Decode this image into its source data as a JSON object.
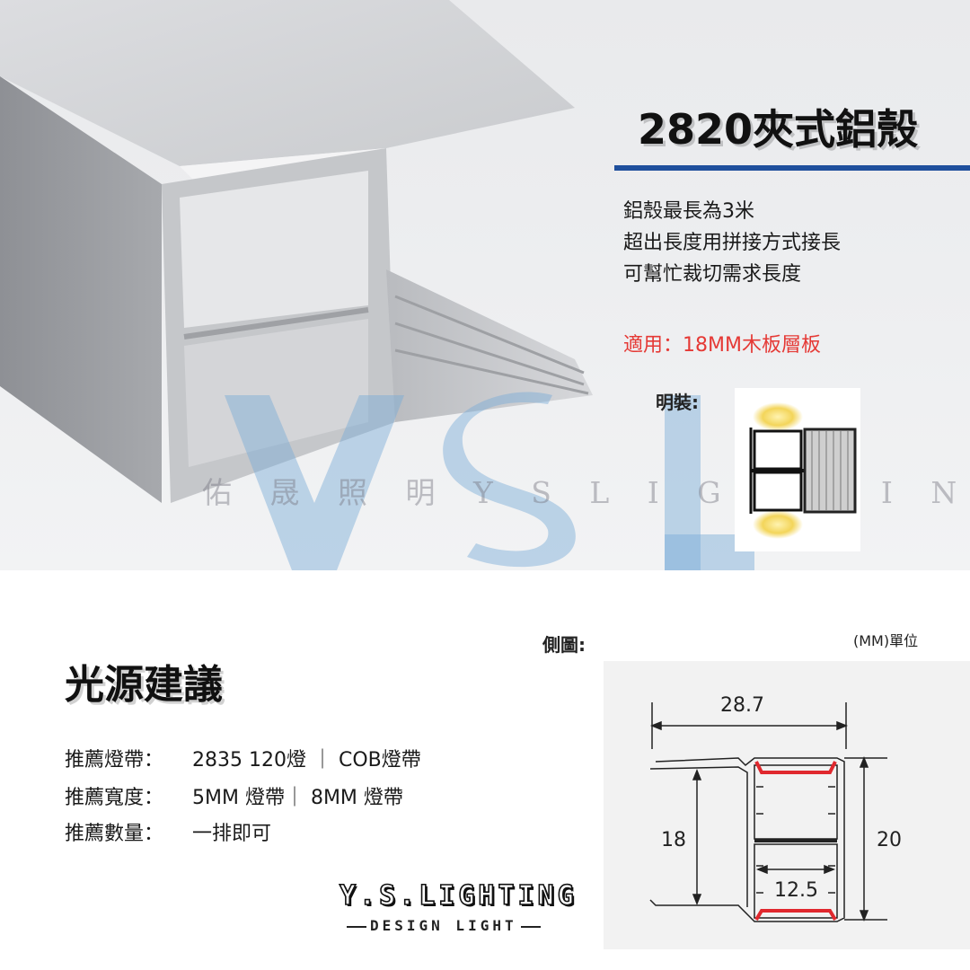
{
  "product": {
    "title": "2820夾式鋁殼",
    "description": [
      "鋁殼最長為3米",
      "超出長度用拼接方式接長",
      "可幫忙裁切需求長度"
    ],
    "apply": "適用：18MM木板層板",
    "mount_label": "明裝:",
    "watermark": "佑 晟 照 明 Y S L I G H T I N G",
    "watermark_big": "Y S L"
  },
  "light_source": {
    "title": "光源建議",
    "specs": [
      {
        "key": "推薦燈帶：",
        "value": "2835 120燈 ｜ COB燈帶"
      },
      {
        "key": "推薦寬度：",
        "value": "5MM 燈帶｜ 8MM 燈帶"
      },
      {
        "key": "推薦數量：",
        "value": "一排即可"
      }
    ]
  },
  "diagram": {
    "label": "側圖:",
    "unit": "(MM)單位",
    "dims": {
      "width_top": "28.7",
      "height_inner": "18",
      "height_outer": "20",
      "width_inner": "12.5"
    }
  },
  "brand": {
    "name": "Y.S.LIGHTING",
    "tagline": "DESIGN LIGHT"
  },
  "colors": {
    "accent_bar": "#1f4f9c",
    "apply_text": "#e53935",
    "diagram_bg": "#f2f2f2",
    "highlight": "#e0282e"
  }
}
